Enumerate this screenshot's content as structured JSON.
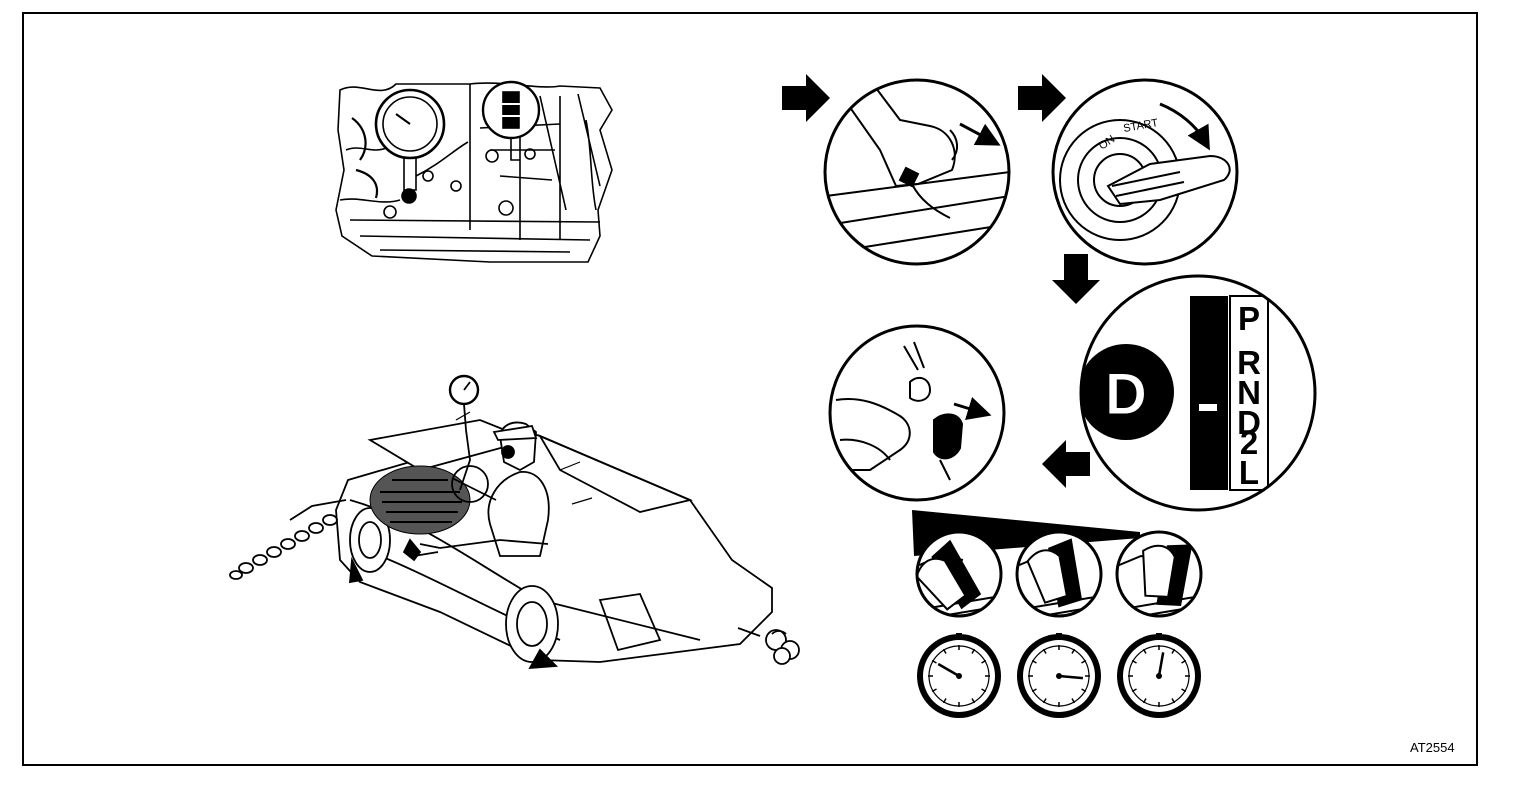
{
  "figure": {
    "code": "AT2554",
    "ignition_labels": {
      "on": "ON",
      "start": "START"
    },
    "shift_pattern": {
      "positions": [
        "P",
        "R",
        "N",
        "D",
        "2",
        "L"
      ],
      "selected": "D"
    },
    "gauge_panels": [
      {
        "pedal": "released"
      },
      {
        "pedal": "half"
      },
      {
        "pedal": "floored"
      }
    ],
    "colors": {
      "ink": "#000000",
      "paper": "#ffffff"
    }
  }
}
